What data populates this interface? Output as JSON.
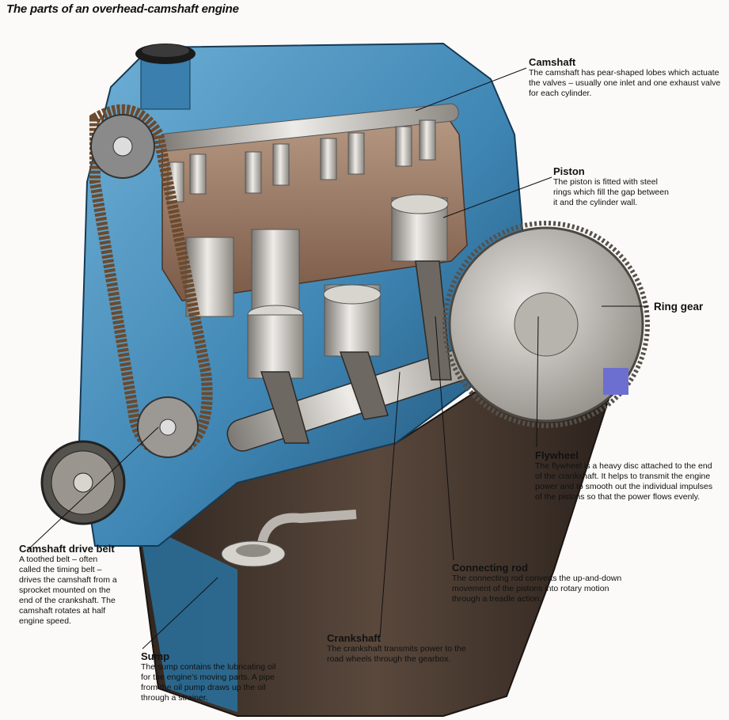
{
  "title": "The parts of an overhead-camshaft engine",
  "labels": {
    "camshaft": {
      "name": "Camshaft",
      "desc": "The camshaft has pear-shaped lobes which actuate the valves – usually one inlet and one exhaust valve for each cylinder."
    },
    "piston": {
      "name": "Piston",
      "desc": "The piston is fitted with steel rings which fill the gap between it and the cylinder wall."
    },
    "ring_gear": {
      "name": "Ring gear"
    },
    "flywheel": {
      "name": "Flywheel",
      "desc": "The flywheel is a heavy disc attached to the end of the crankshaft. It helps to transmit the engine power and to smooth out the individual impulses of the pistons so that the power flows evenly."
    },
    "connecting_rod": {
      "name": "Connecting rod",
      "desc": "The connecting rod converts the up-and-down movement of the pistons into rotary motion through a treadle action."
    },
    "crankshaft": {
      "name": "Crankshaft",
      "desc": "The crankshaft transmits power to the road wheels through the gearbox."
    },
    "sump": {
      "name": "Sump",
      "desc": "The sump contains the lubricating oil for the engine's moving parts. A pipe from the oil pump draws up the oil through a strainer."
    },
    "camshaft_drive_belt": {
      "name": "Camshaft drive belt",
      "desc": "A toothed belt – often called the timing belt – drives the camshaft from a sprocket mounted on the end of the crankshaft. The camshaft rotates at half engine speed."
    }
  },
  "colors": {
    "engine_blue": "#3f86b4",
    "engine_blue_dark": "#1f4f74",
    "sump_brown": "#4a3a30",
    "metal": "#c9c6c0",
    "belt": "#6b4a2e"
  }
}
